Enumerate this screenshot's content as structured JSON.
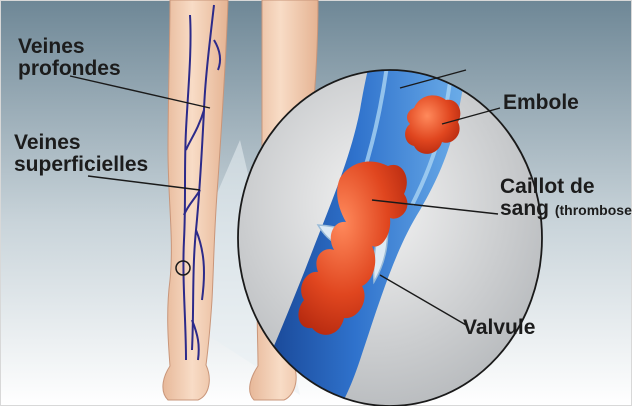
{
  "labels": {
    "veines_profondes_1": "Veines",
    "veines_profondes_2": "profondes",
    "veines_superficielles_1": "Veines",
    "veines_superficielles_2": "superficielles",
    "embole": "Embole",
    "caillot_1": "Caillot de",
    "caillot_2": "sang",
    "caillot_3": "(thrombose)",
    "valvule": "Valvule"
  },
  "colors": {
    "background_top": "#6e8796",
    "background_bottom": "#ffffff",
    "skin": "#f3cfb3",
    "vein": "#2c2a8a",
    "vessel": "#2f6fc4",
    "clot": "#e0461f"
  }
}
